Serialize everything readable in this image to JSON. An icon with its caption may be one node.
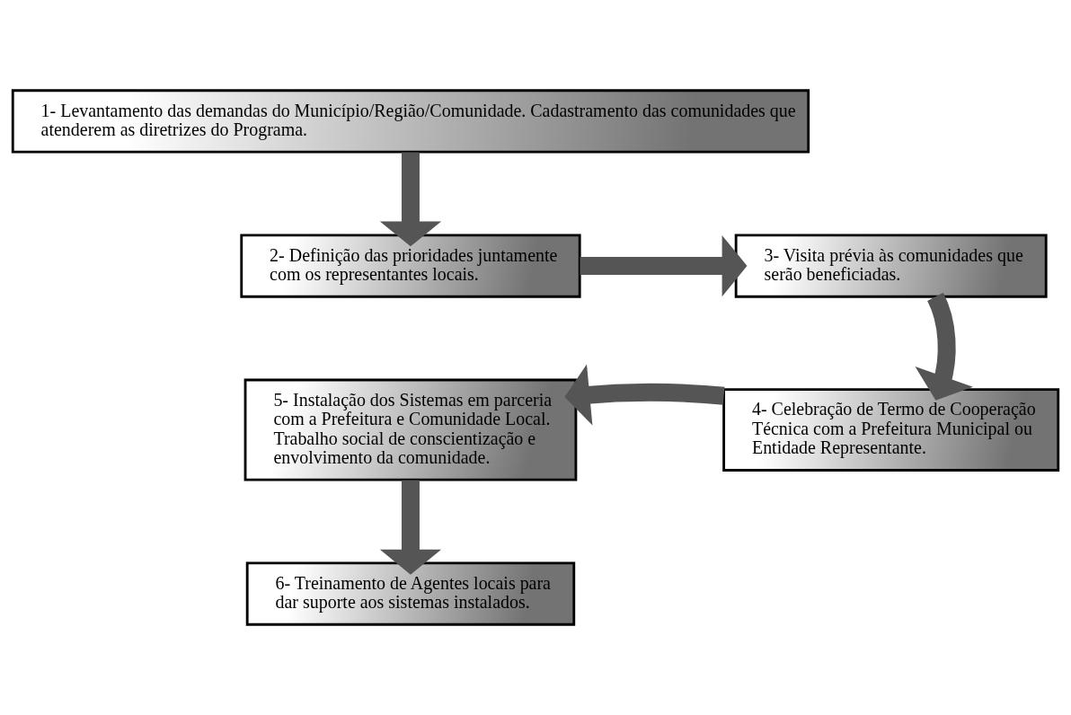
{
  "diagram": {
    "nodes": [
      {
        "text": [
          "1- Levantamento das demandas do Município/Região/Comunidade. Cadastramento das comunidades que atenderem as diretrizes do Programa."
        ]
      },
      {
        "text": [
          "2- Definição das prioridades juntamente com os representantes locais."
        ]
      },
      {
        "text": [
          "3- Visita prévia às comunidades que serão beneficiadas."
        ]
      },
      {
        "text": [
          "4- Celebração de Termo de Cooperação Técnica com a Prefeitura Municipal ou Entidade Representante."
        ]
      },
      {
        "text": [
          "5- Instalação dos Sistemas em parceria com a Prefeitura e Comunidade Local. Trabalho social de conscientização e envolvimento da comunidade."
        ]
      },
      {
        "text": [
          "6- Treinamento de Agentes locais para dar suporte aos sistemas instalados."
        ]
      }
    ],
    "edges": [
      {
        "from": 0,
        "to": 1,
        "arrow": "to"
      },
      {
        "from": 1,
        "to": 2,
        "arrow": "to"
      },
      {
        "from": 2,
        "to": 3,
        "arrow": "to"
      },
      {
        "from": 3,
        "to": 4,
        "arrow": "to"
      },
      {
        "from": 4,
        "to": 5,
        "arrow": "to"
      }
    ]
  }
}
